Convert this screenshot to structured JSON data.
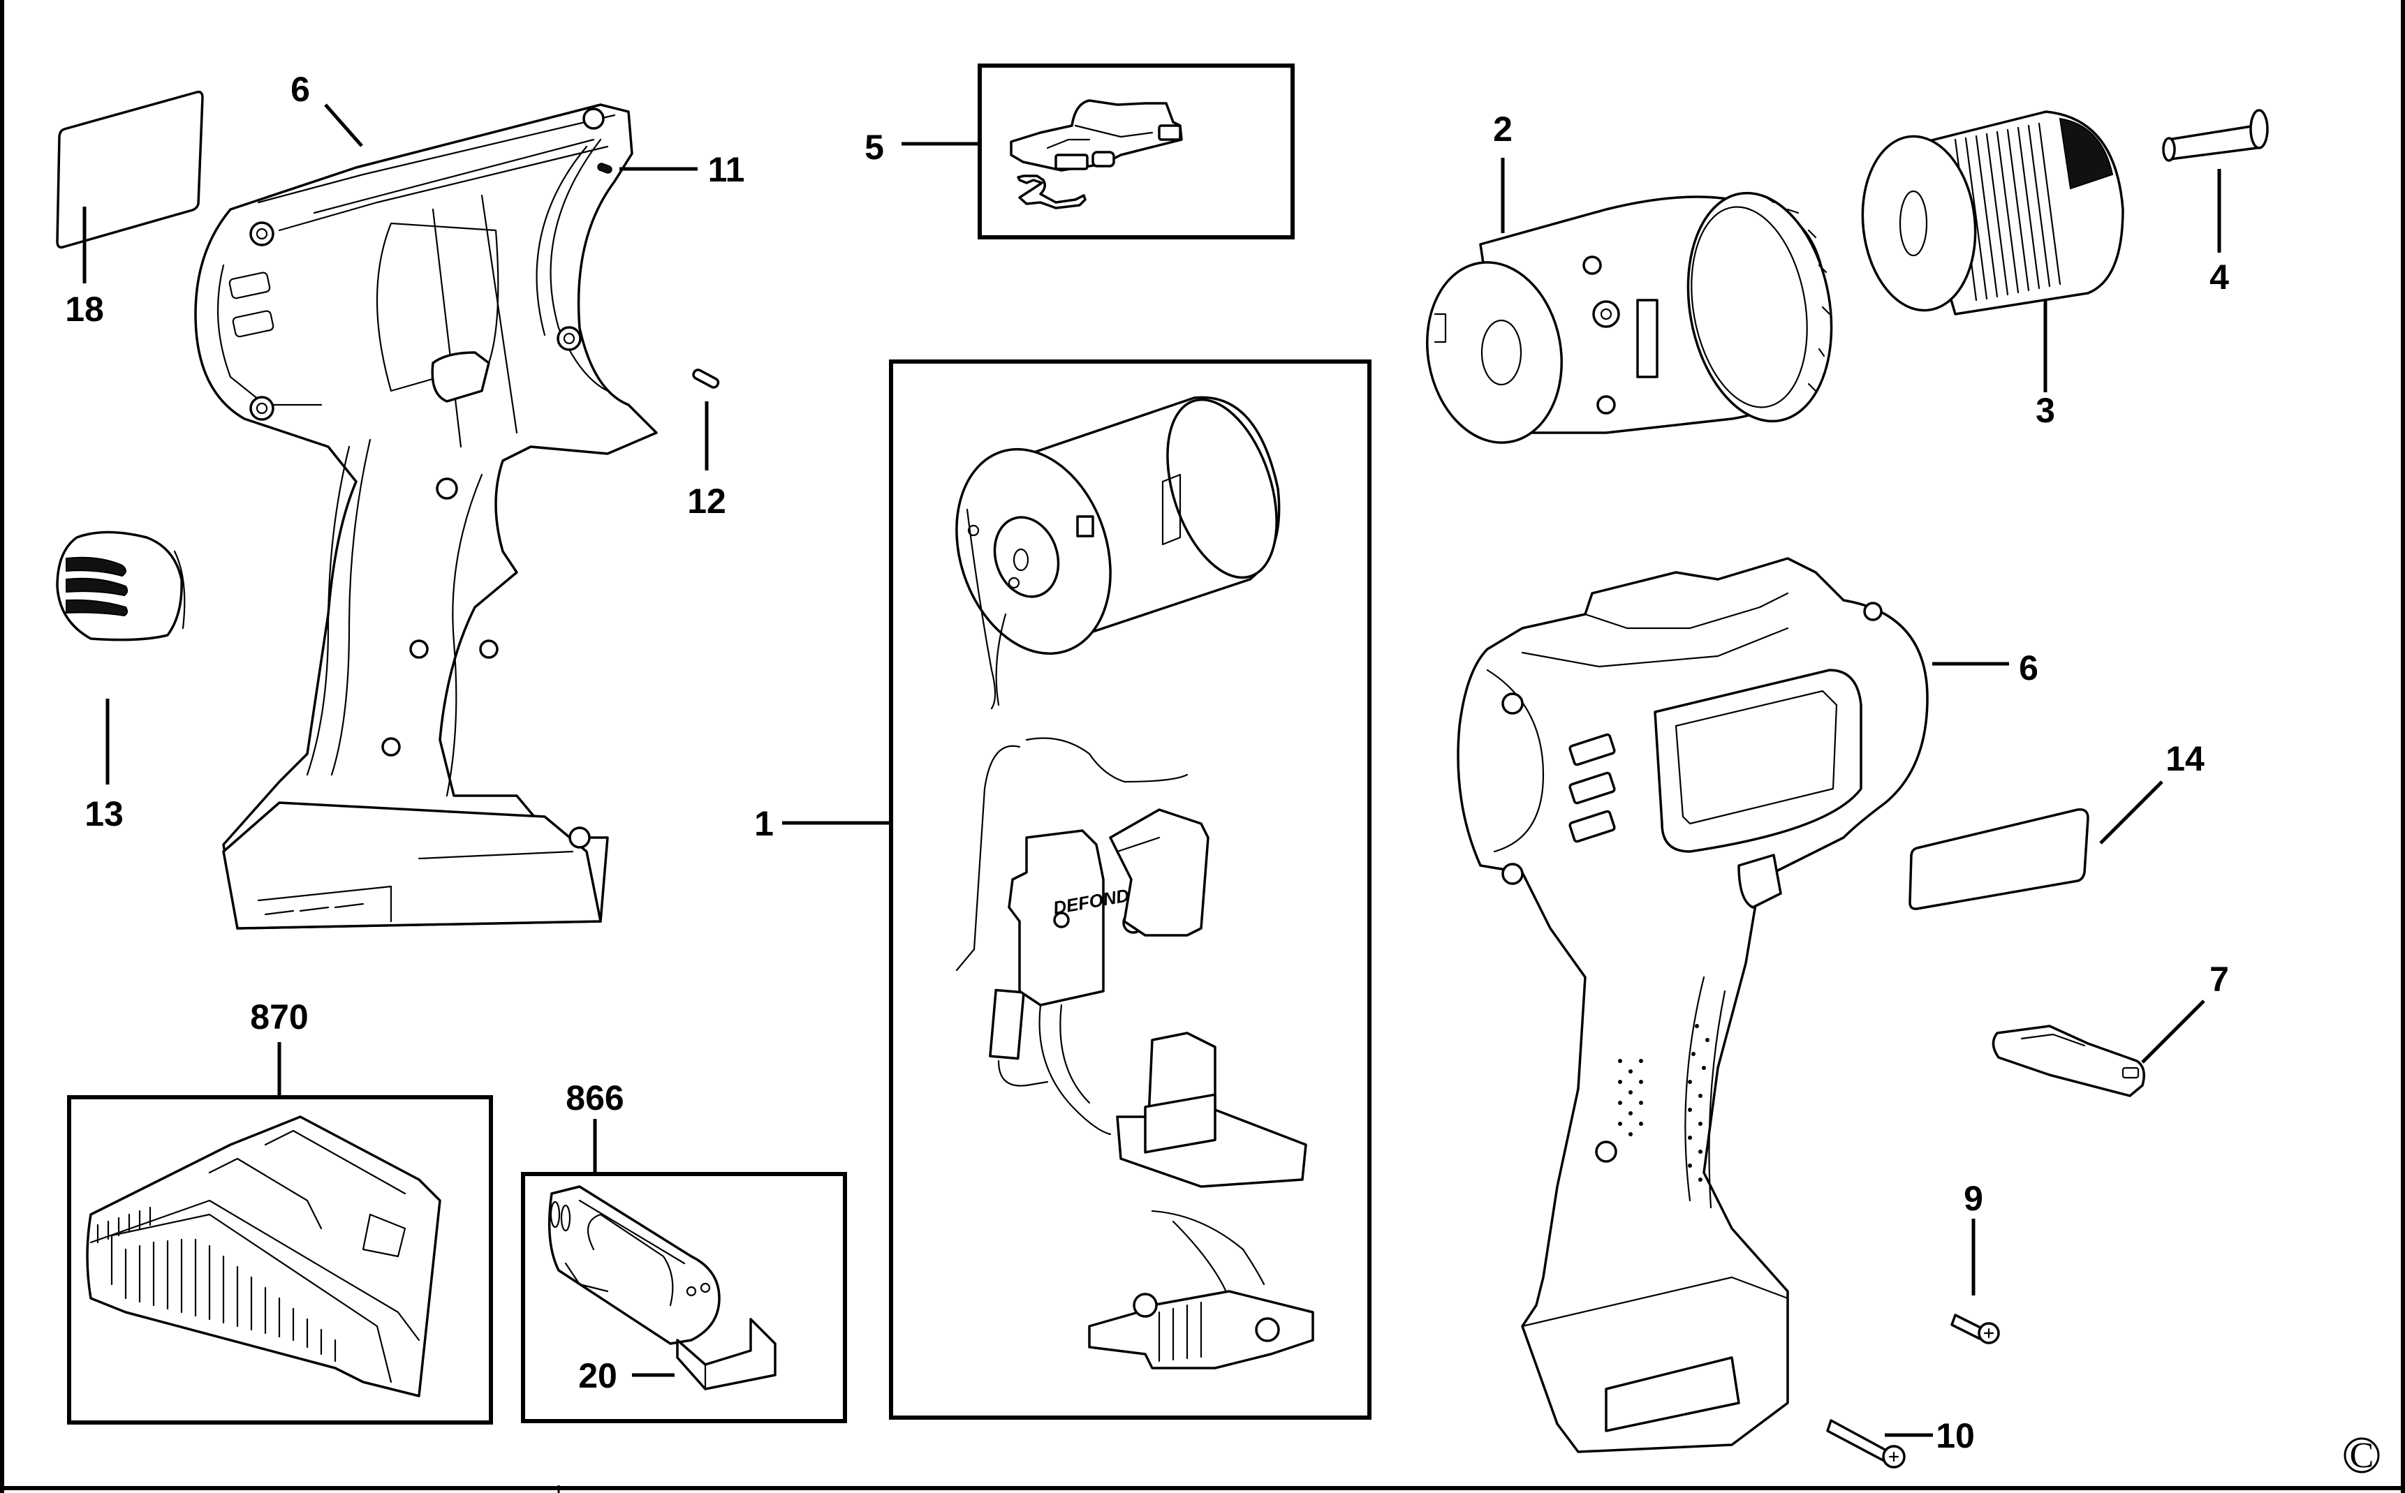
{
  "diagram": {
    "type": "exploded-parts-diagram",
    "subject": "Cordless drill/driver",
    "copyright_symbol": "C",
    "switch_brand_marking": "DEFOND",
    "callouts": [
      {
        "id": "1",
        "label": "1",
        "part": "motor and switch assembly (boxed group)"
      },
      {
        "id": "2",
        "label": "2",
        "part": "gearbox / transmission"
      },
      {
        "id": "3",
        "label": "3",
        "part": "keyless chuck"
      },
      {
        "id": "4",
        "label": "4",
        "part": "chuck retaining screw"
      },
      {
        "id": "5",
        "label": "5",
        "part": "forward/reverse slider with spring (boxed group)"
      },
      {
        "id": "6a",
        "label": "6",
        "part": "housing half (interior view)"
      },
      {
        "id": "6b",
        "label": "6",
        "part": "housing half (exterior view)"
      },
      {
        "id": "7",
        "label": "7",
        "part": "LED / light lens"
      },
      {
        "id": "9",
        "label": "9",
        "part": "short screw"
      },
      {
        "id": "10",
        "label": "10",
        "part": "long screw"
      },
      {
        "id": "11",
        "label": "11",
        "part": "small pin"
      },
      {
        "id": "12",
        "label": "12",
        "part": "pin"
      },
      {
        "id": "13",
        "label": "13",
        "part": "vent cover / badge"
      },
      {
        "id": "14",
        "label": "14",
        "part": "label (right side)"
      },
      {
        "id": "18",
        "label": "18",
        "part": "label (left side)"
      },
      {
        "id": "20",
        "label": "20",
        "part": "battery cover / clip"
      },
      {
        "id": "866",
        "label": "866",
        "part": "battery pack (boxed group)"
      },
      {
        "id": "870",
        "label": "870",
        "part": "charger (boxed group)"
      }
    ]
  }
}
